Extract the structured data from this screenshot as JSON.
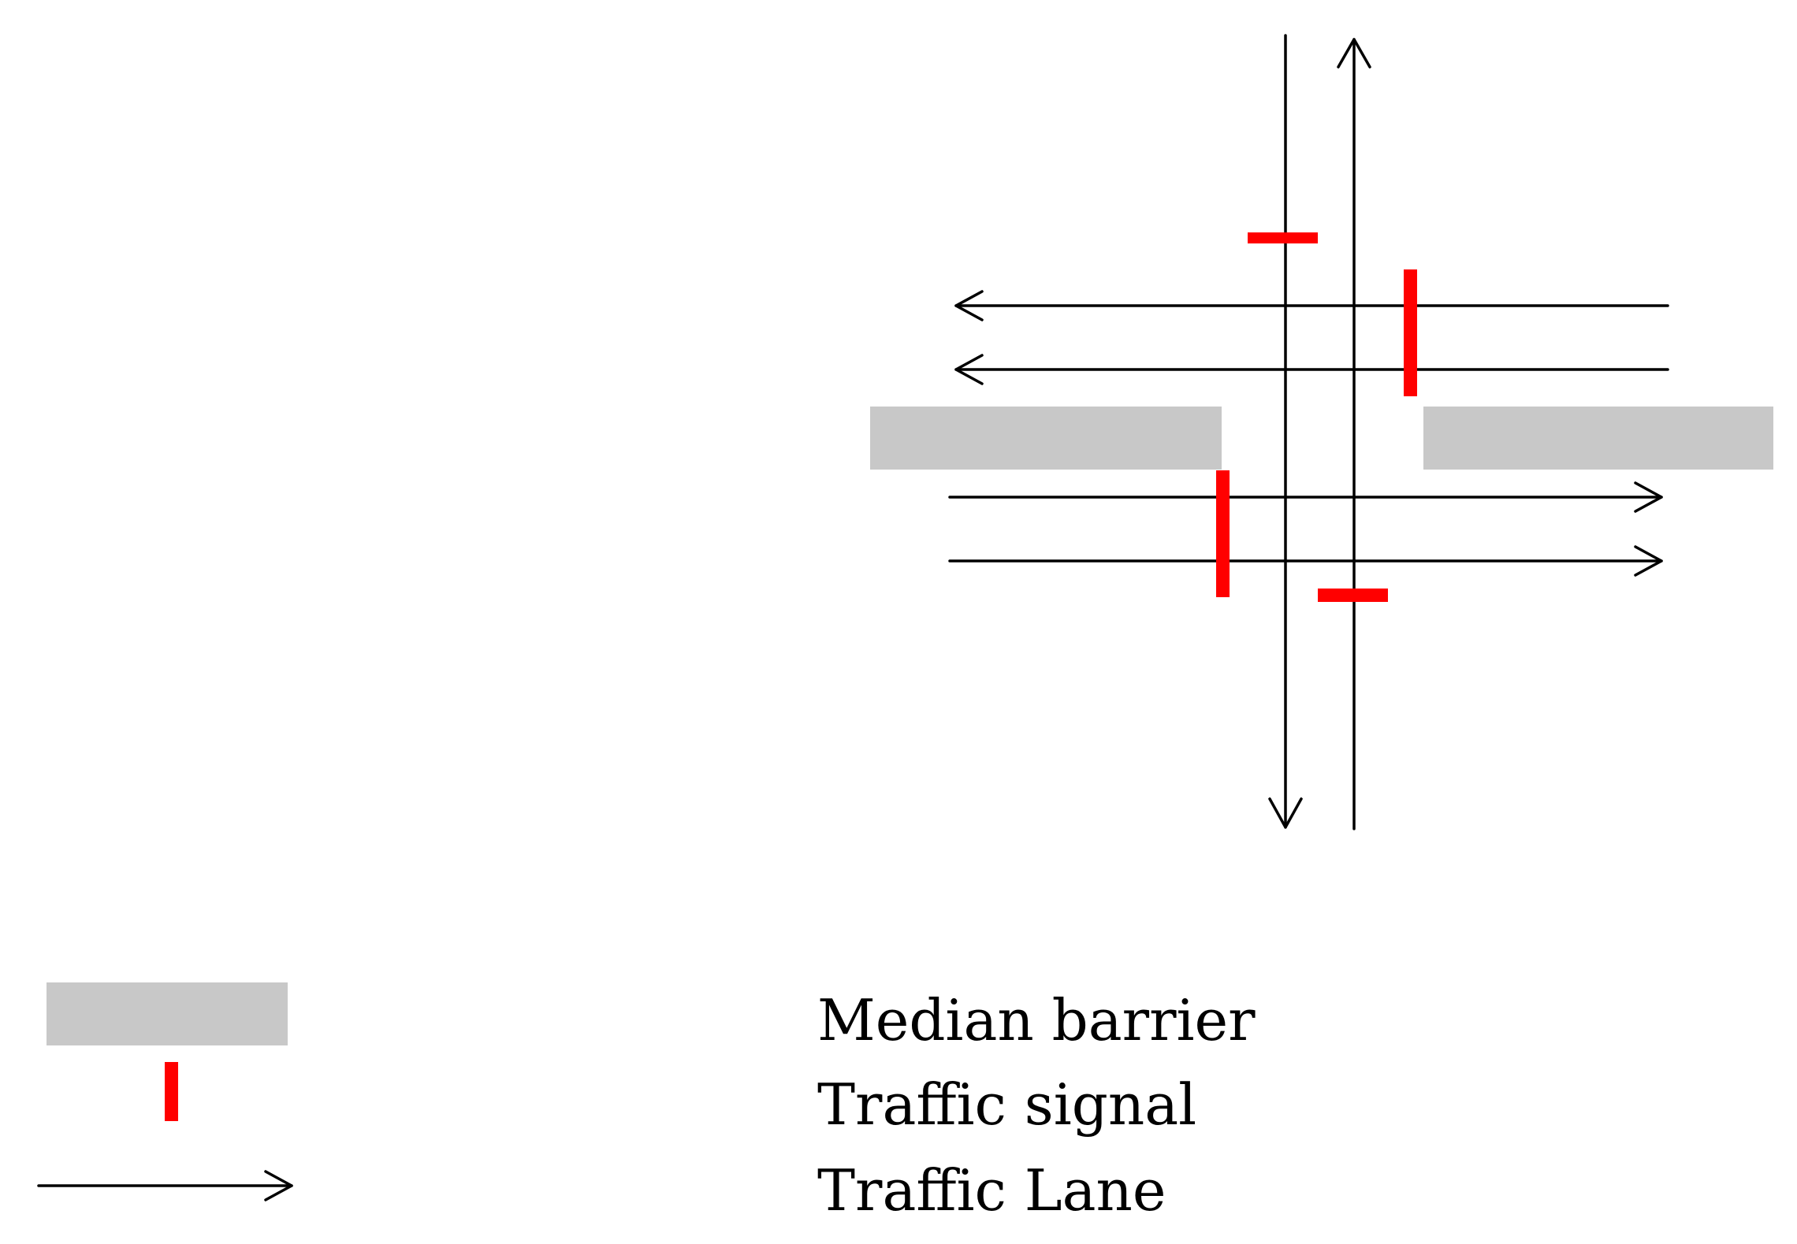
{
  "colors": {
    "background": "#ffffff",
    "median_barrier": "#c8c8c8",
    "traffic_signal": "#ff0000",
    "traffic_lane": "#000000"
  },
  "legend": {
    "median_barrier": {
      "label": "Median barrier",
      "icon": "gray-bar"
    },
    "traffic_signal": {
      "label": "Traffic signal",
      "icon": "red-signal-bar"
    },
    "traffic_lane": {
      "label": "Traffic Lane",
      "icon": "arrow-right-icon"
    }
  }
}
